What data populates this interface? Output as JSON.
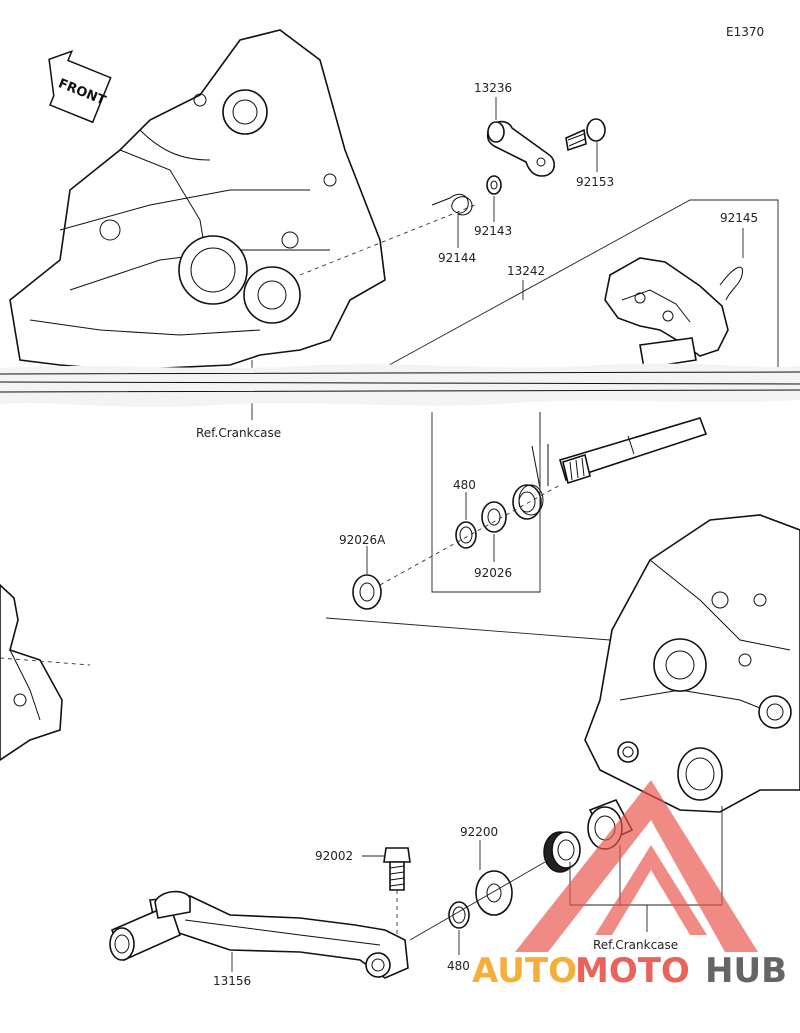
{
  "diagram_code": "E1370",
  "front_label": "FRONT",
  "labels": {
    "p13236": "13236",
    "p92153": "92153",
    "p92143": "92143",
    "p92144": "92144",
    "p13242": "13242",
    "p92145": "92145",
    "ref_crankcase_top": "Ref.Crankcase",
    "p480_top": "480",
    "p92026A": "92026A",
    "p92026": "92026",
    "p92200": "92200",
    "p92002": "92002",
    "p13156": "13156",
    "p480_bottom": "480",
    "ref_crankcase_bottom": "Ref.Crankcase"
  },
  "watermark": {
    "auto": "AUTO",
    "moto": "MOTO",
    "hub": "HUB",
    "colors": {
      "red": "#e8534a",
      "orange": "#f5a623",
      "gray": "#555555"
    }
  },
  "colors": {
    "line": "#111111",
    "text": "#222222"
  }
}
